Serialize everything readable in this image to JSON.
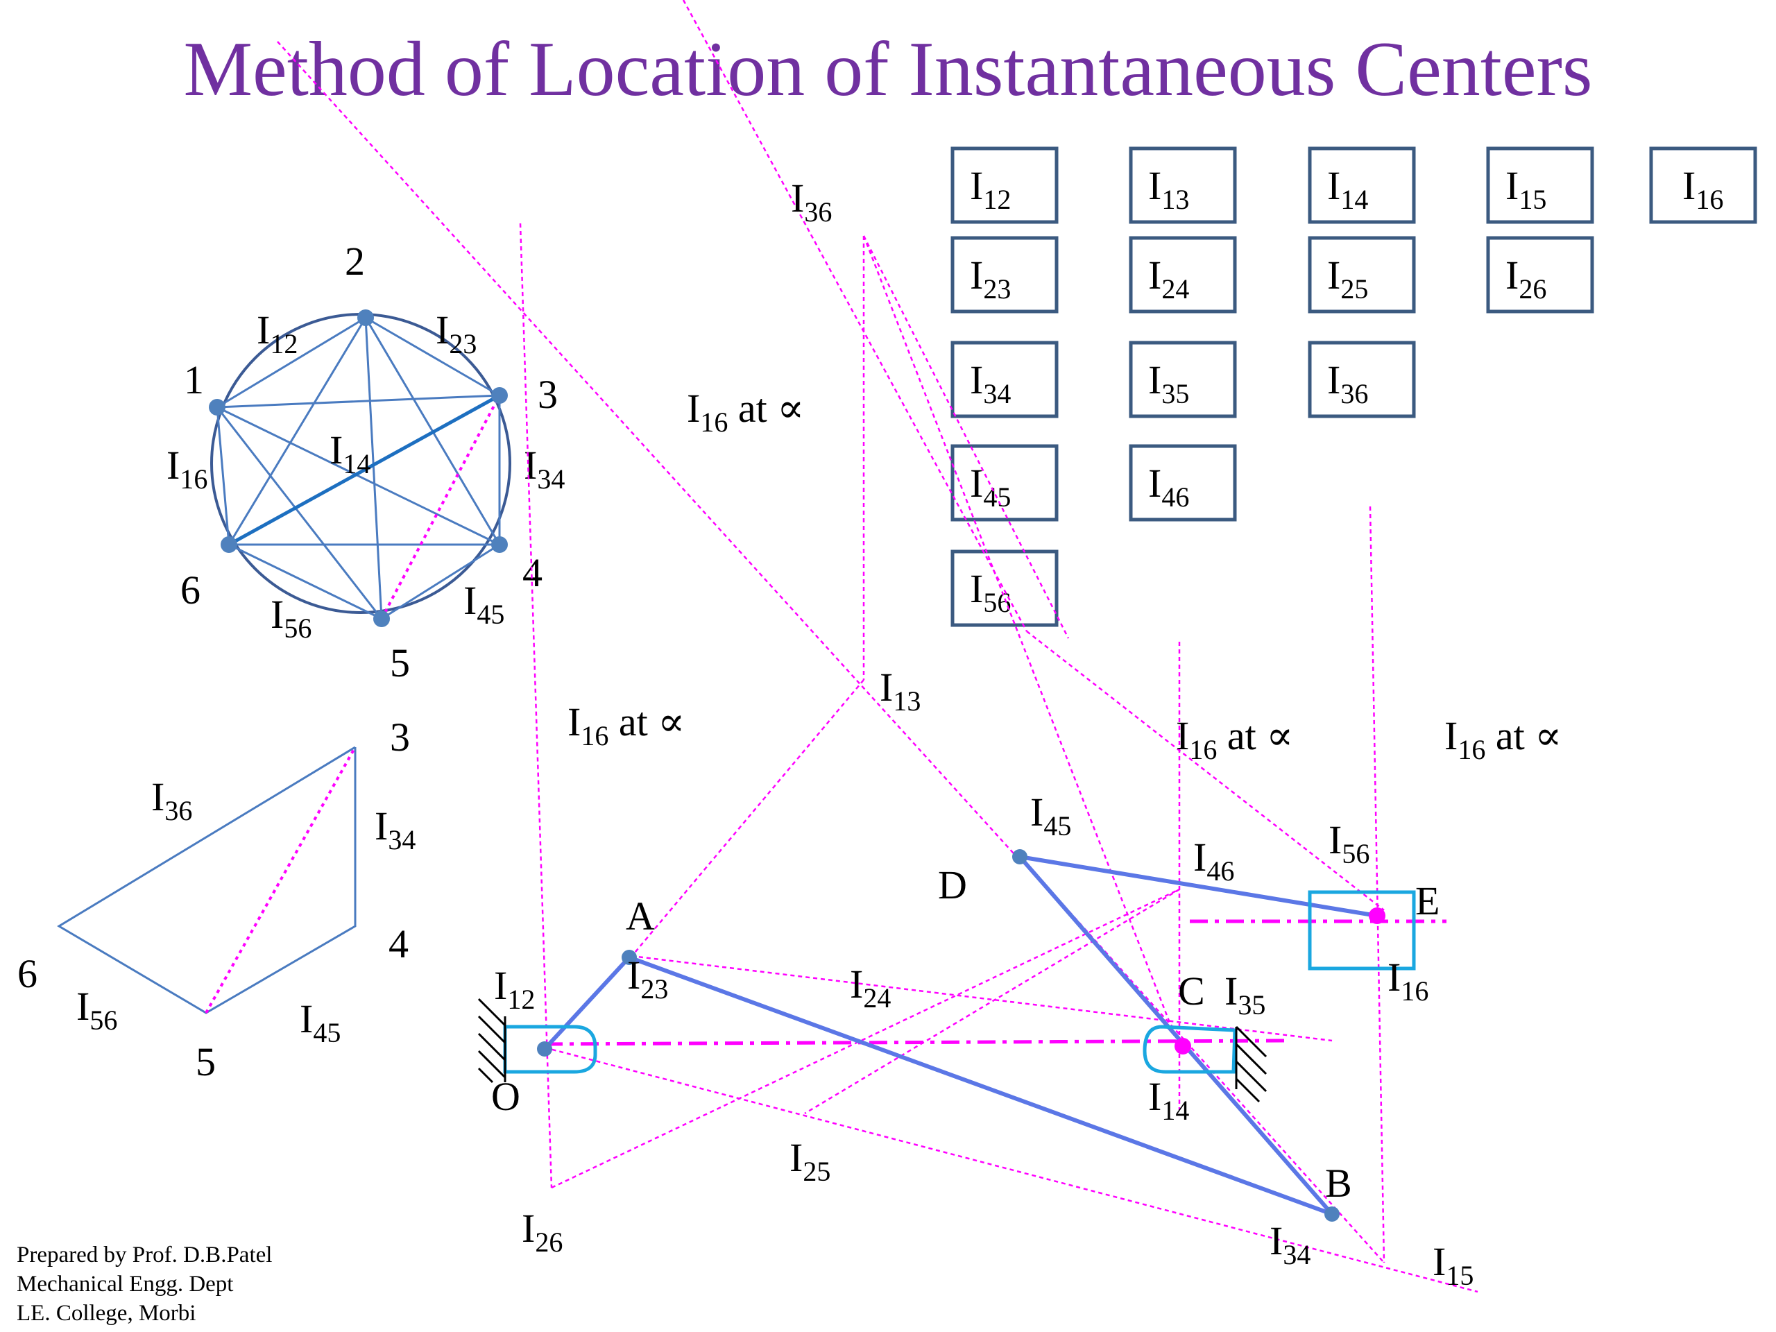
{
  "title": "Method of Location of Instantaneous Centers",
  "center_boxes": [
    [
      "12",
      "13",
      "14",
      "15",
      "16"
    ],
    [
      "23",
      "24",
      "25",
      "26"
    ],
    [
      "34",
      "35",
      "36"
    ],
    [
      "45",
      "46"
    ],
    [
      "56"
    ]
  ],
  "circle_labels": {
    "p1": "1",
    "p2": "2",
    "p3": "3",
    "p4": "4",
    "p5": "5",
    "p6": "6",
    "i12": "12",
    "i23": "23",
    "i14": "14",
    "i16": "16",
    "i34": "34",
    "i45": "45",
    "i56": "56"
  },
  "polygon_labels": {
    "p3": "3",
    "p4": "4",
    "p5": "5",
    "p6": "6",
    "i36": "36",
    "i34": "34",
    "i56": "56",
    "i45": "45"
  },
  "mechanism_labels": {
    "O": "O",
    "A": "A",
    "B": "B",
    "C": "C",
    "D": "D",
    "E": "E",
    "i12": "12",
    "i23": "23",
    "i24": "24",
    "i25": "25",
    "i26": "26",
    "i13": "13",
    "i14": "14",
    "i15": "15",
    "i16": "16",
    "i34": "34",
    "i35": "35",
    "i36": "36",
    "i45": "45",
    "i46": "46",
    "i56": "56"
  },
  "infinity_notes": {
    "prefix": "I",
    "sub": "16",
    "suffix": " at ∝"
  },
  "credit": {
    "line1": "Prepared by Prof. D.B.Patel",
    "line2": "Mechanical Engg. Dept",
    "line3": "LE. College, Morbi"
  },
  "colors": {
    "title": "#7030a0",
    "link": "#5b77e6",
    "circle": "#3b5a94",
    "construction": "#ff00ff",
    "slider": "#1aa7e0",
    "box_border": "#3b5a80"
  }
}
